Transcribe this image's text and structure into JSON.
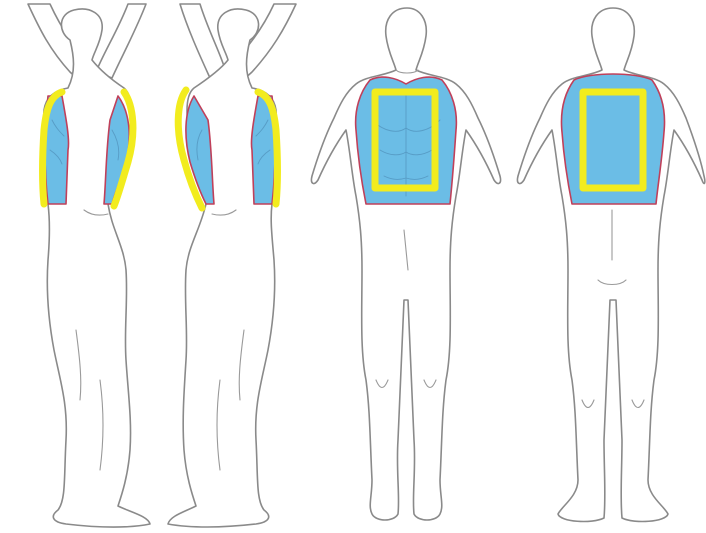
{
  "colors": {
    "zone_fill": "#6bbde6",
    "zone_outline": "#c0405a",
    "marker": "#f2ec1e",
    "body_outline": "#8a8a8a",
    "background": "#ffffff"
  },
  "figures": [
    {
      "view": "side-right-arms-raised"
    },
    {
      "view": "side-left-arms-raised"
    },
    {
      "view": "front"
    },
    {
      "view": "back"
    }
  ]
}
